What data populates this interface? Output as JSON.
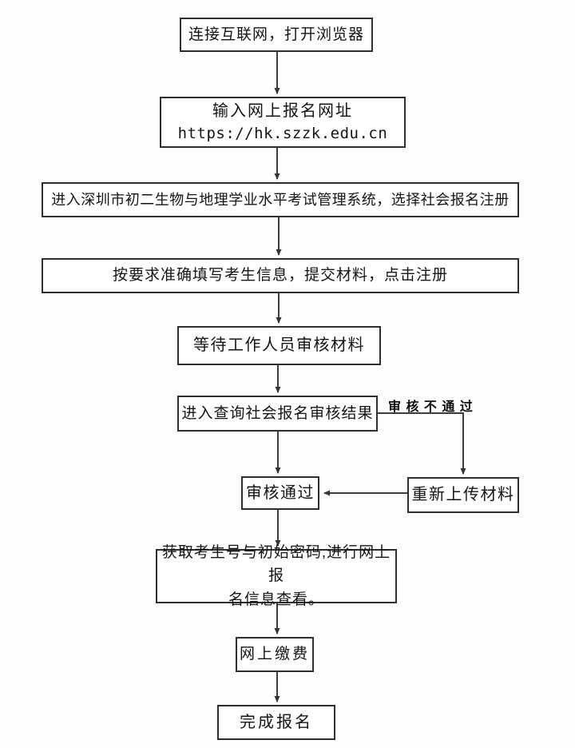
{
  "nodes": {
    "connect": {
      "label": "连接互联网，打开浏览器"
    },
    "enter_url": {
      "line1": "输入网上报名网址",
      "line2": "https://hk.szzk.edu.cn"
    },
    "enter_system": {
      "label": "进入深圳市初二生物与地理学业水平考试管理系统，选择社会报名注册"
    },
    "fill_info": {
      "label": "按要求准确填写考生信息，提交材料，点击注册"
    },
    "wait_review": {
      "label": "等待工作人员审核材料"
    },
    "query_result": {
      "label": "进入查询社会报名审核结果"
    },
    "approved": {
      "label": "审核通过"
    },
    "reupload": {
      "label": "重新上传材料"
    },
    "get_id": {
      "line1": "获取考生号与初始密码,进行网上报",
      "line2": "名信息查看。"
    },
    "pay": {
      "label": "网上缴费"
    },
    "finish": {
      "label": "完成报名"
    }
  },
  "edge_label": {
    "review_rejected": "审 核 不 通 过"
  },
  "colors": {
    "line": "#3d3d3d",
    "border": "#2e2e2e",
    "background": "#fefefe"
  }
}
